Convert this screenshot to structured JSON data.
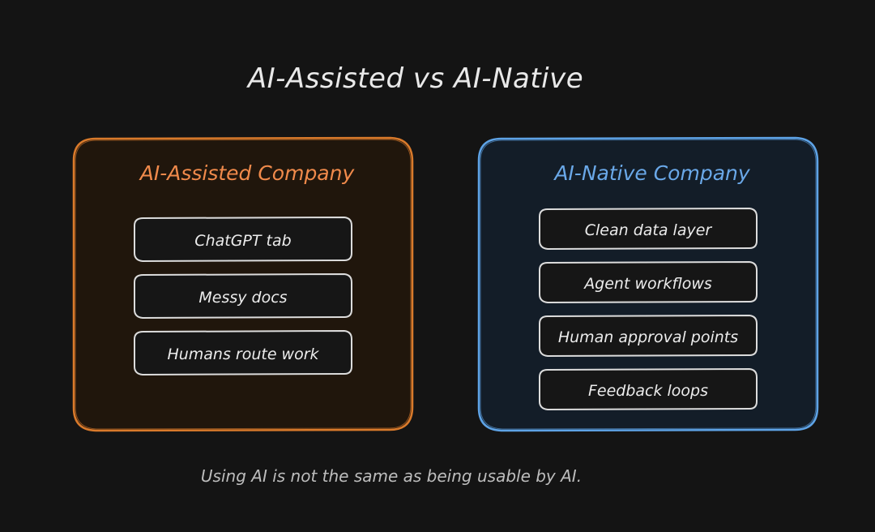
{
  "title": "AI-Assisted vs AI-Native",
  "left_panel": {
    "heading": "AI-Assisted Company",
    "items": [
      "ChatGPT tab",
      "Messy docs",
      "Humans route work"
    ]
  },
  "right_panel": {
    "heading": "AI-Native Company",
    "items": [
      "Clean data layer",
      "Agent workflows",
      "Human approval points",
      "Feedback loops"
    ]
  },
  "footer": "Using AI is not the same as being usable by AI.",
  "colors": {
    "background": "#141414",
    "left_accent": "#d97a2b",
    "left_fill": "#20160c",
    "right_accent": "#5ea3e6",
    "right_fill": "#131d28",
    "item_border": "#dcdcdc",
    "item_fill": "#161616",
    "text": "#e9e9e9"
  }
}
